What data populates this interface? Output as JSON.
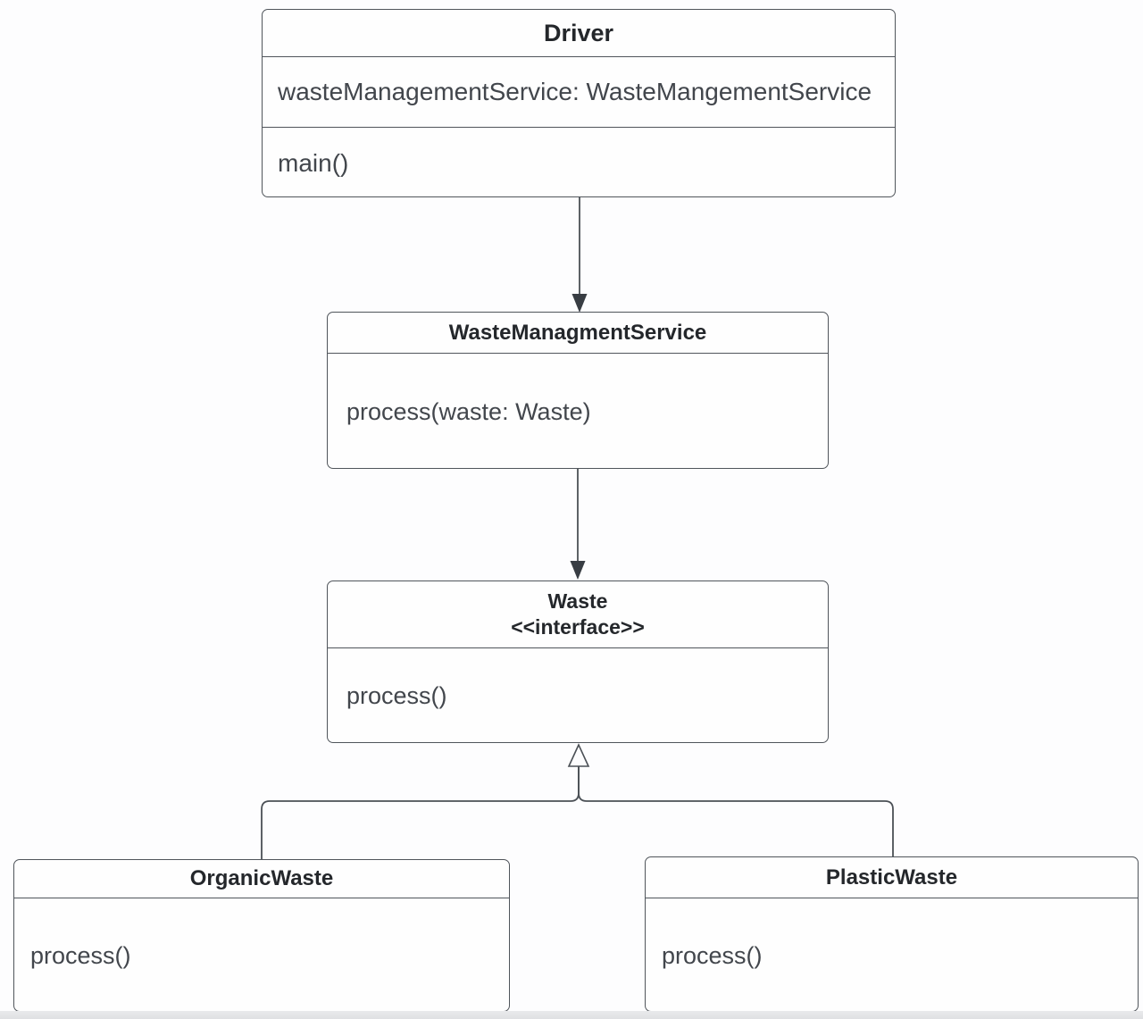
{
  "diagram": {
    "type": "uml-class-diagram",
    "classes": [
      {
        "id": "driver",
        "title": "Driver",
        "attributes": [
          "wasteManagementService: WasteMangementService"
        ],
        "methods": [
          "main()"
        ]
      },
      {
        "id": "waste-management-service",
        "title": "WasteManagmentService",
        "attributes": [],
        "methods": [
          "process(waste: Waste)"
        ]
      },
      {
        "id": "waste-interface",
        "title": "Waste",
        "stereotype": "<<interface>>",
        "attributes": [],
        "methods": [
          "process()"
        ]
      },
      {
        "id": "organic-waste",
        "title": "OrganicWaste",
        "attributes": [],
        "methods": [
          "process()"
        ]
      },
      {
        "id": "plastic-waste",
        "title": "PlasticWaste",
        "attributes": [],
        "methods": [
          "process()"
        ]
      }
    ],
    "relationships": [
      {
        "from": "Driver",
        "to": "WasteManagmentService",
        "type": "directed-association"
      },
      {
        "from": "WasteManagmentService",
        "to": "Waste",
        "type": "directed-association"
      },
      {
        "from": "OrganicWaste",
        "to": "Waste",
        "type": "realization"
      },
      {
        "from": "PlasticWaste",
        "to": "Waste",
        "type": "realization"
      }
    ]
  },
  "colors": {
    "background": "#fdfdfe",
    "box_fill": "#fefefe",
    "border": "#50555b",
    "title_text": "#24272b",
    "member_text": "#42464c",
    "arrowhead_fill": "#383d43",
    "bottom_strip": "#e6e7e9"
  }
}
